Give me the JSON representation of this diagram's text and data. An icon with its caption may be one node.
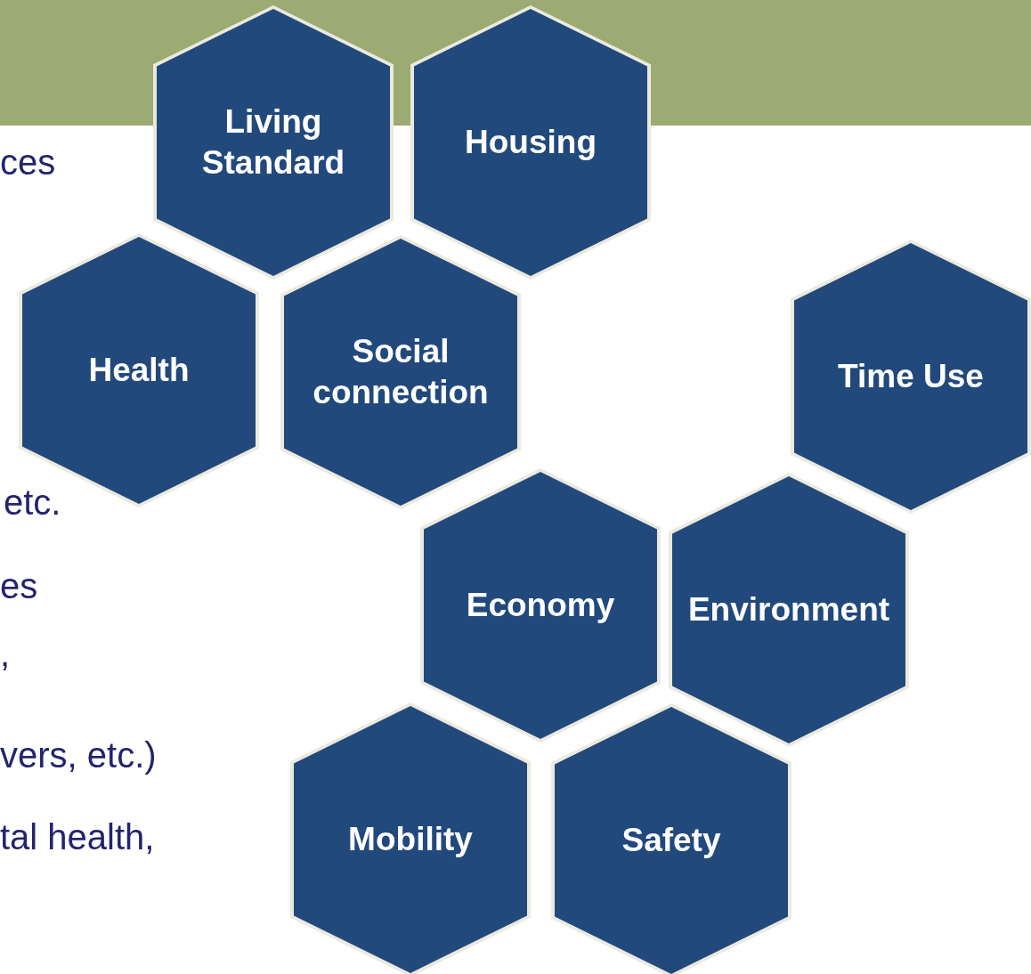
{
  "diagram": {
    "nodes": [
      {
        "text": [
          "Living Standard"
        ]
      },
      {
        "text": [
          "Housing"
        ]
      },
      {
        "text": [
          "Health"
        ]
      },
      {
        "text": [
          "Social connection"
        ]
      },
      {
        "text": [
          "Time Use"
        ]
      },
      {
        "text": [
          "Economy"
        ]
      },
      {
        "text": [
          "Environment"
        ]
      },
      {
        "text": [
          "Mobility"
        ]
      },
      {
        "text": [
          "Safety"
        ]
      }
    ],
    "labels": [
      "ces",
      "etc.",
      "es",
      ",",
      "vers, etc.)",
      "tal health,"
    ]
  }
}
